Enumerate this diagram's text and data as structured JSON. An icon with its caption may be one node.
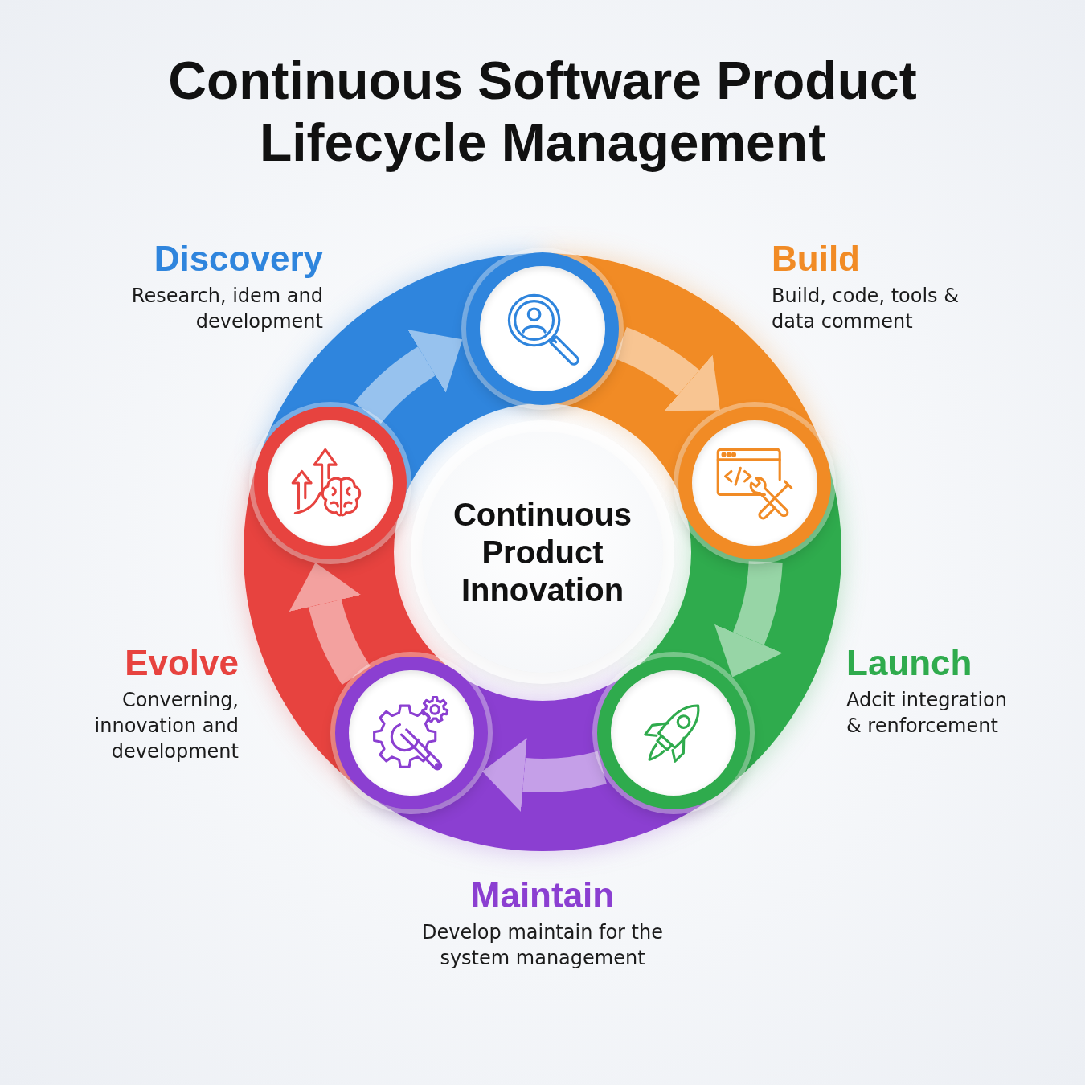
{
  "diagram": {
    "title": "Continuous Software Product Lifecycle Management",
    "nodes": [
      {
        "text": [],
        "shape": "circle",
        "beside": [
          "Discovery",
          "Research, idem and development"
        ]
      },
      {
        "text": [],
        "shape": "circle",
        "beside": [
          "Build",
          "Build, code, tools & data comment"
        ]
      },
      {
        "text": [
          "Continuous Product Innovation"
        ]
      },
      {
        "text": [],
        "shape": "circle",
        "beside": [
          "Evolve",
          "Converning, innovation and development"
        ]
      },
      {
        "text": [],
        "shape": "circle",
        "beside": [
          "Launch",
          "Adcit integration & renforcement"
        ]
      },
      {
        "text": [],
        "shape": "circle",
        "beside": [
          "Maintain",
          "Develop maintain for the system management"
        ]
      }
    ],
    "edges": [
      {
        "from": 0,
        "to": 1,
        "arrow": "to",
        "color": "#f8c592"
      },
      {
        "from": 1,
        "to": 4,
        "arrow": "to",
        "color": "#97d5a6"
      },
      {
        "from": 4,
        "to": 5,
        "arrow": "to",
        "color": "#c59fe8"
      },
      {
        "from": 5,
        "to": 3,
        "arrow": "to",
        "color": "#f3a19f"
      },
      {
        "from": 3,
        "to": 0,
        "arrow": "to",
        "color": "#97c2ee"
      }
    ]
  }
}
